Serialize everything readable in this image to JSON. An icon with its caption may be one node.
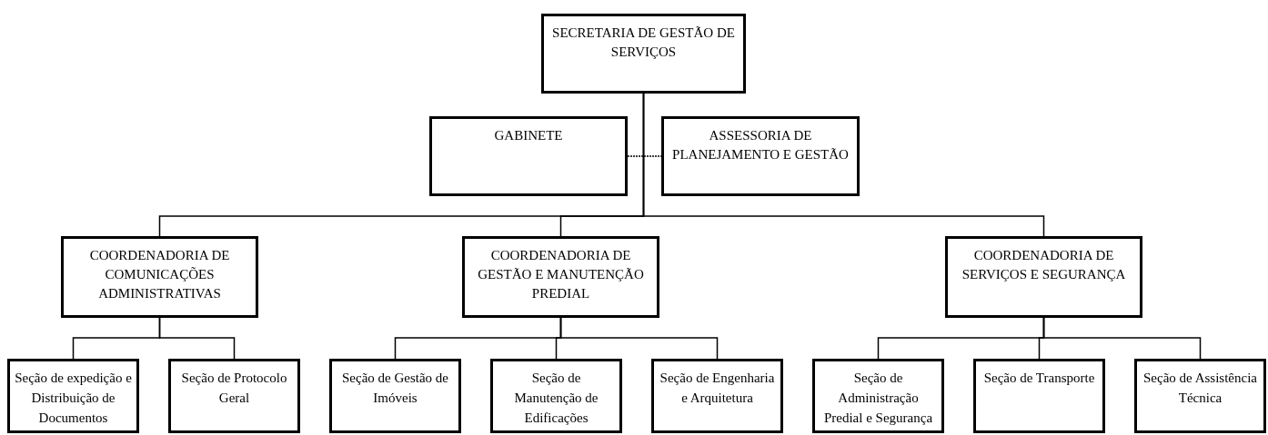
{
  "diagram": {
    "nodes": [
      {
        "text": [
          "SECRETARIA DE GESTÃO DE SERVIÇOS"
        ]
      },
      {
        "text": [
          "GABINETE"
        ]
      },
      {
        "text": [
          "ASSESSORIA DE PLANEJAMENTO E GESTÃO"
        ]
      },
      {
        "text": [
          "COORDENADORIA DE COMUNICAÇÕES ADMINISTRATIVAS"
        ]
      },
      {
        "text": [
          "COORDENADORIA DE GESTÃO E MANUTENÇÃO PREDIAL"
        ]
      },
      {
        "text": [
          "COORDENADORIA DE SERVIÇOS E SEGURANÇA"
        ]
      },
      {
        "text": [
          "Seção de expedição e Distribuição de Documentos"
        ]
      },
      {
        "text": [
          "Seção de Protocolo Geral"
        ]
      },
      {
        "text": [
          "Seção de Gestão de Imóveis"
        ]
      },
      {
        "text": [
          "Seção de Manutenção de Edificações"
        ]
      },
      {
        "text": [
          "Seção de Engenharia e Arquitetura"
        ]
      },
      {
        "text": [
          "Seção de Administração Predial e Segurança"
        ]
      },
      {
        "text": [
          "Seção de Transporte"
        ]
      },
      {
        "text": [
          "Seção de Assistência Técnica"
        ]
      }
    ],
    "edges": [
      {
        "from": 1,
        "to": 2,
        "arrow": "none",
        "style": "dashed"
      },
      {
        "from": 0,
        "to": 3,
        "arrow": "none"
      },
      {
        "from": 0,
        "to": 4,
        "arrow": "none"
      },
      {
        "from": 0,
        "to": 5,
        "arrow": "none"
      },
      {
        "from": 3,
        "to": 6,
        "arrow": "none"
      },
      {
        "from": 3,
        "to": 7,
        "arrow": "none"
      },
      {
        "from": 4,
        "to": 8,
        "arrow": "none"
      },
      {
        "from": 4,
        "to": 9,
        "arrow": "none"
      },
      {
        "from": 4,
        "to": 10,
        "arrow": "none"
      },
      {
        "from": 5,
        "to": 11,
        "arrow": "none"
      },
      {
        "from": 5,
        "to": 12,
        "arrow": "none"
      },
      {
        "from": 5,
        "to": 13,
        "arrow": "none"
      }
    ]
  }
}
